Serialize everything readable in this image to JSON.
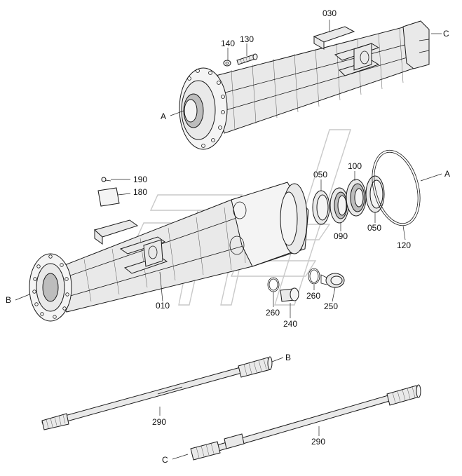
{
  "callouts": {
    "p030": "030",
    "p140": "140",
    "p130": "130",
    "ref_c_top": "C",
    "ref_a_left": "A",
    "p190": "190",
    "p180": "180",
    "p050_left": "050",
    "p100": "100",
    "ref_a_right": "A",
    "p090": "090",
    "p050_right": "050",
    "p120": "120",
    "ref_b_left": "B",
    "p010": "010",
    "p260_right": "260",
    "p250": "250",
    "p260_left": "260",
    "p240": "240",
    "ref_b_shaft": "B",
    "p290_top": "290",
    "p290_bottom": "290",
    "ref_c_shaft": "C"
  },
  "watermark": "logo",
  "colors": {
    "ink": "#1a1a1a",
    "fill": "#e9e9e9",
    "watermark": "#c9c9c9"
  }
}
